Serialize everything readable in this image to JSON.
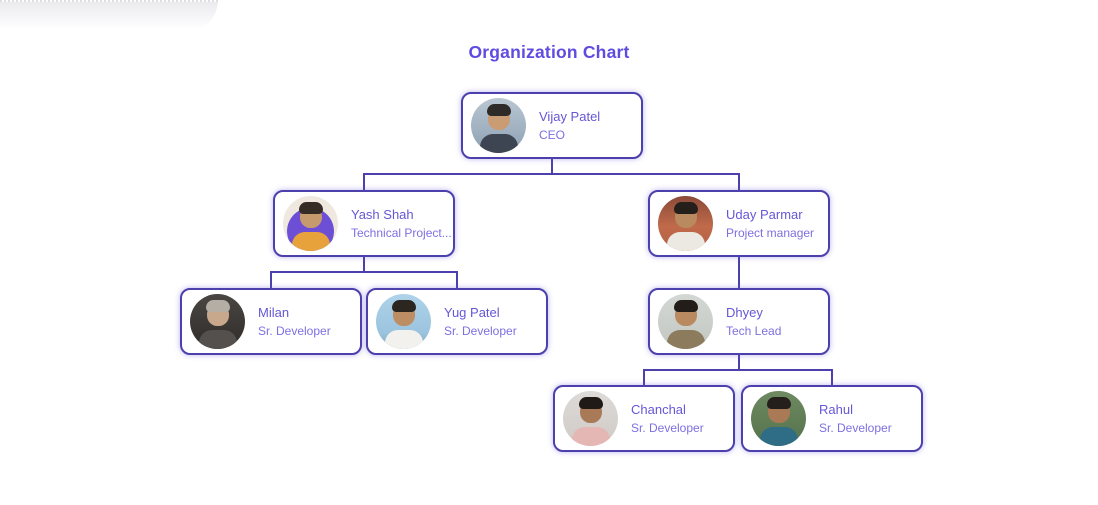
{
  "page": {
    "title": "Organization Chart"
  },
  "theme": {
    "title_color": "#5e4ce0",
    "card_border_color": "#4c40ad",
    "connector_color": "#4c40ad",
    "card_glow_color": "#6558db",
    "name_color": "#6557d6",
    "role_color": "#7d6fe0",
    "background": "#ffffff"
  },
  "nodes": [
    {
      "name": "Vijay Patel",
      "role": "CEO",
      "reports_to": null,
      "avatar": "vijay-patel-photo",
      "avatar_style": "--bg:linear-gradient(180deg,#b9c6d2 0%,#9fb0c0 60%,#8da0b2 100%);--hair:#2e2a28;--skin:#c99c74;--shirt:#3d4452"
    },
    {
      "name": "Yash Shah",
      "role": "Technical Project...",
      "reports_to": "Vijay Patel",
      "avatar": "yash-shah-photo",
      "avatar_style": "--bg:radial-gradient(circle at 50% 64%,#6d4fd6 0%,#6d4fd6 52%,#efe8df 53%);--hair:#352c25;--skin:#c79a6e;--shirt:#e8a23c"
    },
    {
      "name": "Uday Parmar",
      "role": "Project manager",
      "reports_to": "Vijay Patel",
      "avatar": "uday-parmar-photo",
      "avatar_style": "--bg:linear-gradient(180deg,#8a4a38 0%,#c06a4a 55%,#b46044 100%);--hair:#241f1b;--skin:#b9895f;--shirt:#ece8e2"
    },
    {
      "name": "Milan",
      "role": "Sr. Developer",
      "reports_to": "Yash Shah",
      "avatar": "milan-photo",
      "avatar_style": "--bg:linear-gradient(180deg,#4a4643 0%,#2f2c2a 100%);--hair:#b5aea4;--skin:#c7a88c;--shirt:#54504d"
    },
    {
      "name": "Yug Patel",
      "role": "Sr. Developer",
      "reports_to": "Yash Shah",
      "avatar": "yug-patel-photo",
      "avatar_style": "--bg:linear-gradient(180deg,#aed3ea 0%,#9cc4de 70%,#7fa8c4 100%);--hair:#2c2620;--skin:#bd8d63;--shirt:#f2f1ee"
    },
    {
      "name": "Dhyey",
      "role": "Tech Lead",
      "reports_to": "Uday Parmar",
      "avatar": "dhyey-photo",
      "avatar_style": "--bg:linear-gradient(180deg,#d4d8d4 0%,#c2c7c2 100%);--hair:#221d19;--skin:#b9895f;--shirt:#8c7b5c"
    },
    {
      "name": "Chanchal",
      "role": "Sr. Developer",
      "reports_to": "Dhyey",
      "avatar": "chanchal-photo",
      "avatar_style": "--bg:linear-gradient(180deg,#dedad7 0%,#cfcac6 100%);--hair:#201a17;--skin:#a97a58;--shirt:#e4b6b4"
    },
    {
      "name": "Rahul",
      "role": "Sr. Developer",
      "reports_to": "Dhyey",
      "avatar": "rahul-photo",
      "avatar_style": "--bg:linear-gradient(180deg,#6d8a62 0%,#55724c 100%);--hair:#241f1b;--skin:#a97a55;--shirt:#2f6d86"
    }
  ]
}
